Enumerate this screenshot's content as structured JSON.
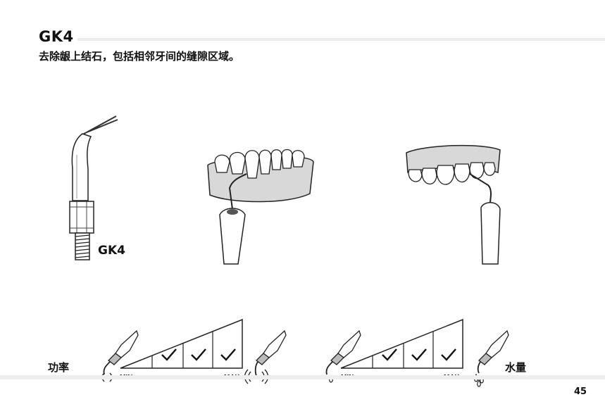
{
  "header": {
    "title": "GK4",
    "subtitle": "去除龈上结石，包括相邻牙间的缝隙区域。"
  },
  "illustrations": {
    "tip_label": "GK4"
  },
  "settings": {
    "power": {
      "label": "功率",
      "min_label": "MIN",
      "max_label": "MAX",
      "checked_levels": 3,
      "total_levels": 4
    },
    "water": {
      "label": "水量",
      "min_label": "MIN",
      "max_label": "MAX",
      "checked_levels": 3,
      "total_levels": 4
    }
  },
  "footer": {
    "page_number": "45"
  },
  "icons": [
    "scaler-tip-icon",
    "handpiece-icon",
    "checkmark-icon",
    "vibration-icon",
    "water-drop-icon"
  ]
}
